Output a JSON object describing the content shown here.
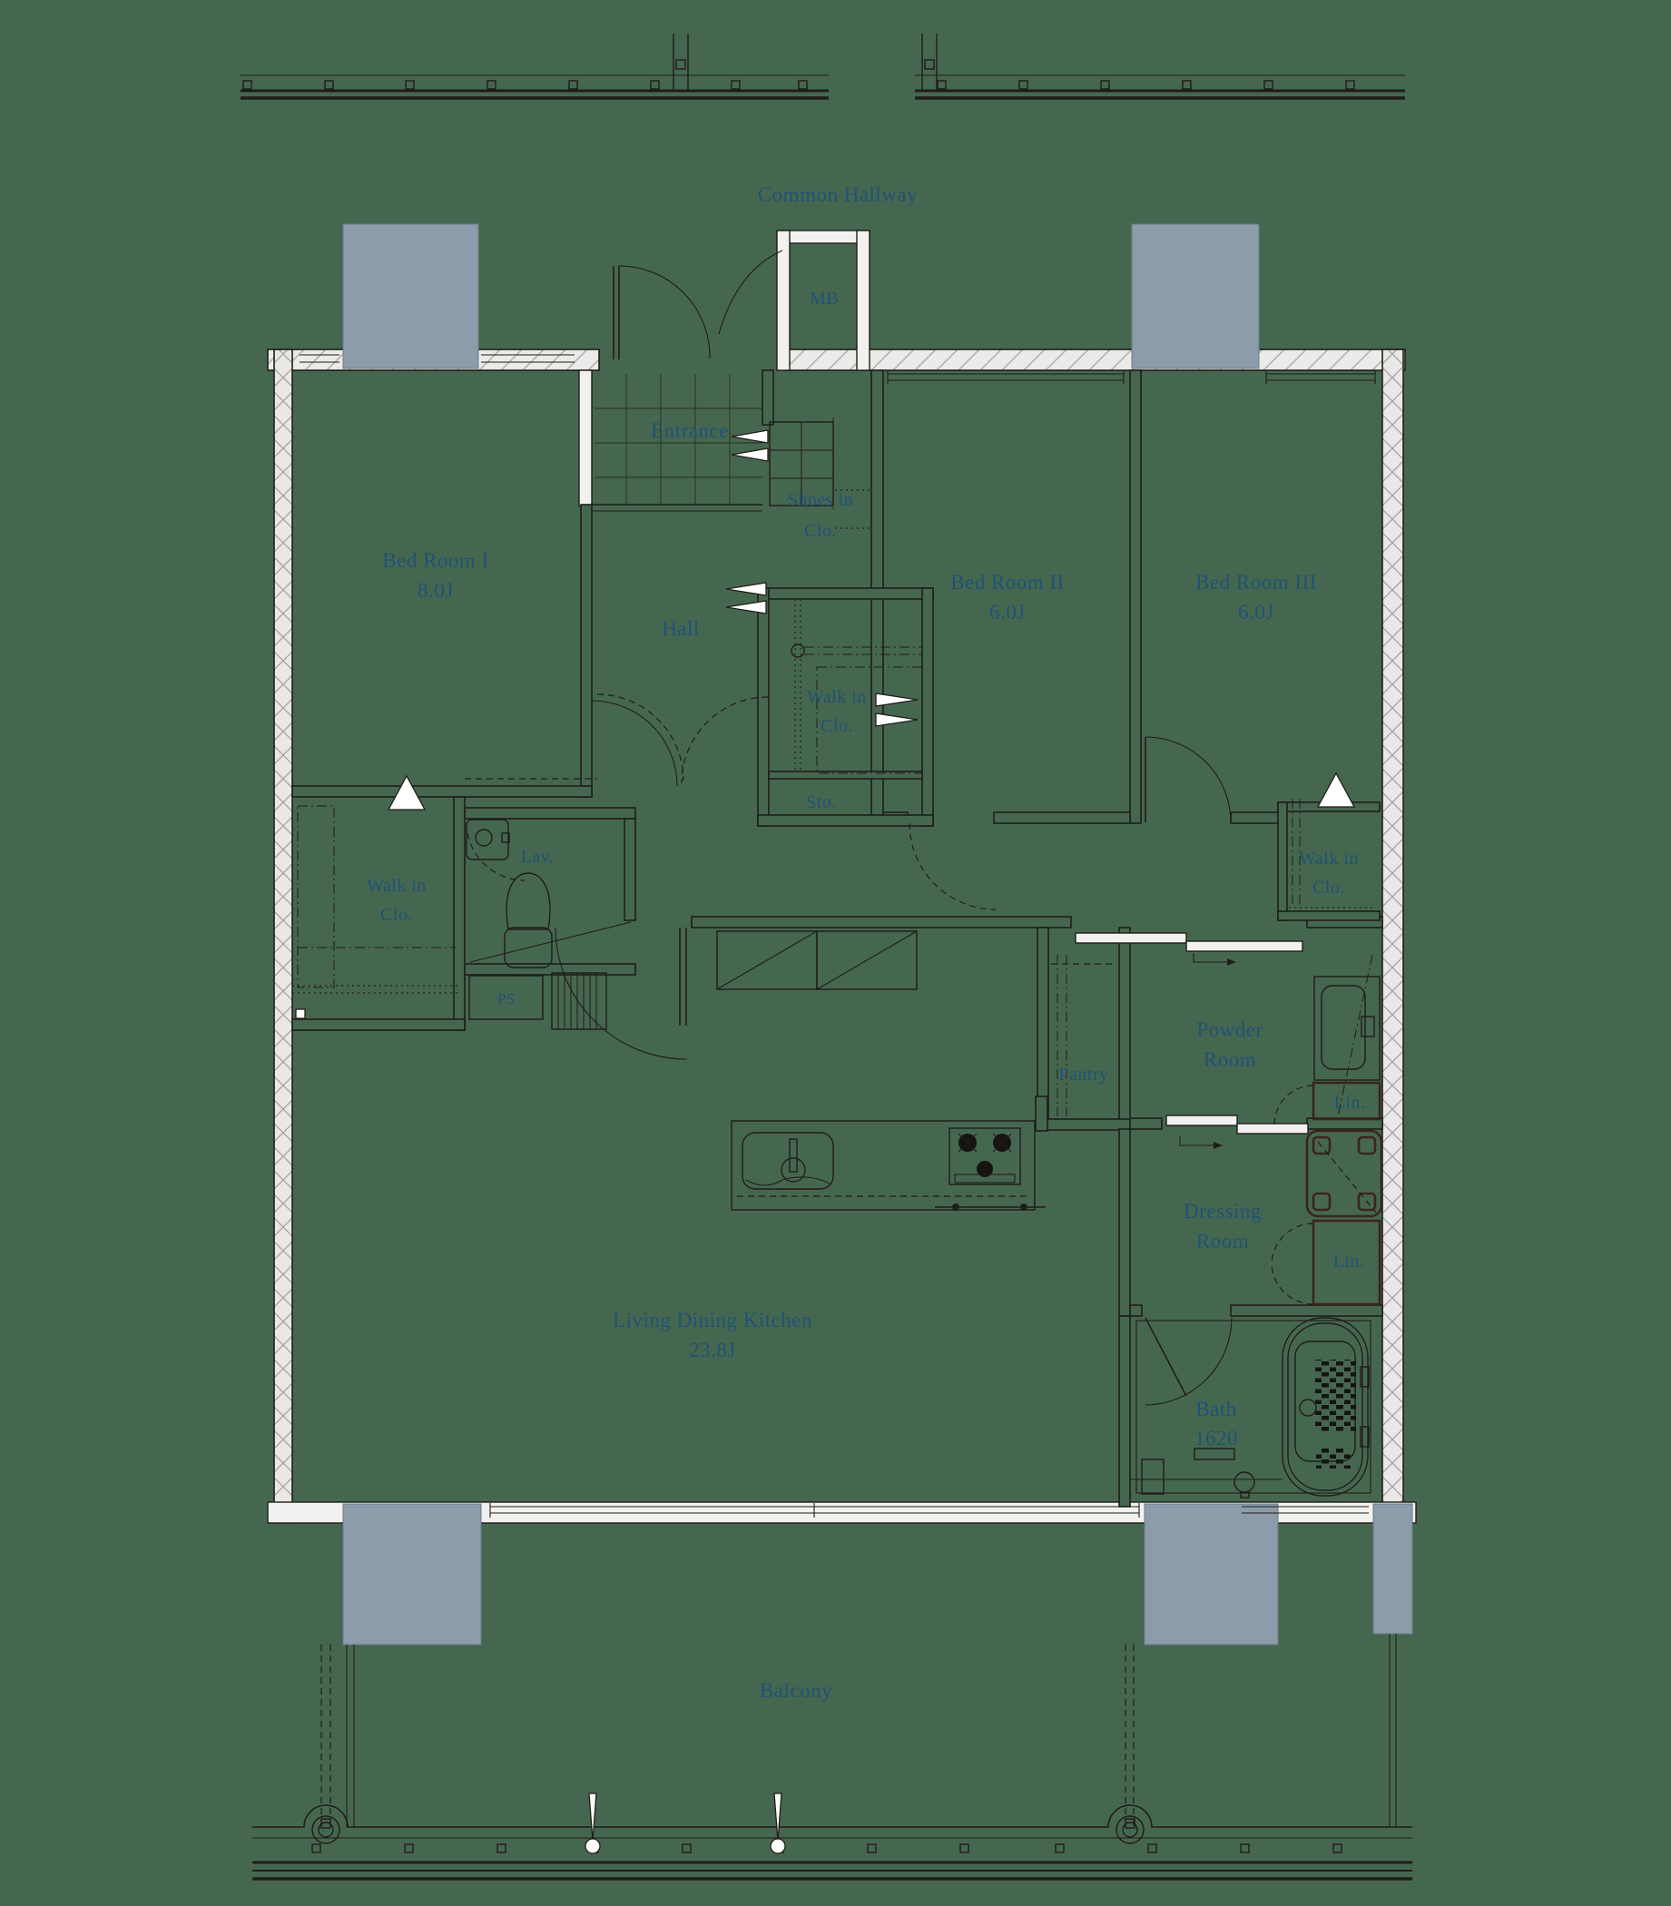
{
  "title": "Apartment floor plan (3LDK)",
  "colors": {
    "background": "#46674f",
    "line": "#1f1d17",
    "exterior_wall_fill": "#e9e8e6",
    "hatch": "#a3a2a0",
    "pillar": "#8c9cab",
    "label_text": "#1f5277",
    "fixture_accent": "#3a2420",
    "white": "#ffffff"
  },
  "rooms": [
    {
      "id": "common-hallway",
      "label": "Common Hallway"
    },
    {
      "id": "meter-box",
      "label": "MB"
    },
    {
      "id": "entrance",
      "label": "Entrance"
    },
    {
      "id": "shoes-closet",
      "label": "Shoes in",
      "sublabel": "Clo."
    },
    {
      "id": "bedroom-1",
      "label": "Bed Room I",
      "sublabel": "8.0J"
    },
    {
      "id": "hall",
      "label": "Hall"
    },
    {
      "id": "walkin-closet-center",
      "label": "Walk in",
      "sublabel": "Clo."
    },
    {
      "id": "storage",
      "label": "Sto."
    },
    {
      "id": "bedroom-2",
      "label": "Bed Room II",
      "sublabel": "6.0J"
    },
    {
      "id": "bedroom-3",
      "label": "Bed Room III",
      "sublabel": "6.0J"
    },
    {
      "id": "walkin-closet-left",
      "label": "Walk in",
      "sublabel": "Clo."
    },
    {
      "id": "lavatory",
      "label": "Lav."
    },
    {
      "id": "pipe-space",
      "label": "PS"
    },
    {
      "id": "walkin-closet-right",
      "label": "Walk in",
      "sublabel": "Clo."
    },
    {
      "id": "powder-room",
      "label": "Powder",
      "sublabel": "Room"
    },
    {
      "id": "linen-1",
      "label": "Lin."
    },
    {
      "id": "pantry",
      "label": "Pantry"
    },
    {
      "id": "dressing-room",
      "label": "Dressing",
      "sublabel": "Room"
    },
    {
      "id": "linen-2",
      "label": "Lin."
    },
    {
      "id": "bath",
      "label": "Bath",
      "sublabel": "1620"
    },
    {
      "id": "living-dining-kitchen",
      "label": "Living Dining Kitchen",
      "sublabel": "23.8J"
    },
    {
      "id": "balcony",
      "label": "Balcony"
    }
  ]
}
